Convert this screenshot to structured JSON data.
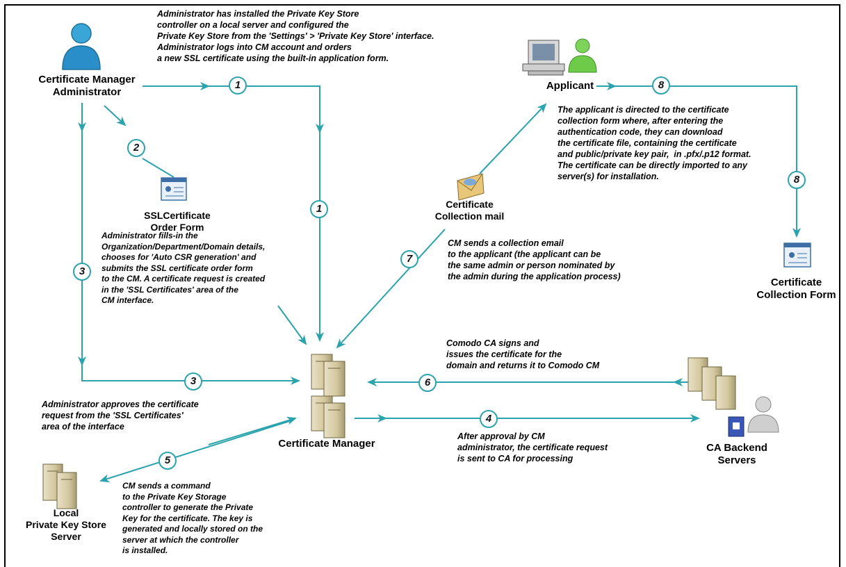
{
  "actors": {
    "admin": "Certificate Manager\nAdministrator",
    "applicant": "Applicant",
    "order_form": "SSLCertificate\nOrder Form",
    "collection_mail": "Certificate\nCollection mail",
    "collection_form": "Certificate\nCollection Form",
    "cert_manager": "Certificate Manager",
    "ca_backend": "CA Backend\nServers",
    "local_store": "Local\nPrivate Key Store\nServer"
  },
  "steps": [
    "1",
    "1",
    "2",
    "3",
    "3",
    "4",
    "5",
    "6",
    "7",
    "8",
    "8"
  ],
  "notes": {
    "top": "Administrator has installed the Private Key Store\ncontroller on a local server and configured the\nPrivate Key Store from the 'Settings' > 'Private Key Store' interface.\nAdministrator logs into CM account and orders\na new SSL certificate using the built-in application form.",
    "applicant": "The applicant is directed to the certificate\ncollection form where, after entering the\nauthentication code, they can download\nthe certificate file, containing the certificate\nand public/private key pair,  in .pfx/.p12 format.\nThe certificate can be directly imported to any\nserver(s) for installation.",
    "order": "Administrator fills-in the\nOrganization/Department/Domain details,\nchooses for 'Auto CSR generation' and\nsubmits the SSL certificate order form\nto the CM. A certificate request is created\nin the 'SSL Certificates' area of the\nCM interface.",
    "mail": "CM sends a collection email\nto the applicant (the applicant can be\nthe same admin or person nominated by\nthe admin during the application process)",
    "ca_sign": "Comodo CA signs and\nissues the certificate for the\ndomain and returns it to Comodo CM",
    "approve": "Administrator approves the certificate\nrequest from the 'SSL Certificates'\narea of the interface",
    "sent_ca": "After approval by CM\nadministrator, the certificate request\nis sent to CA for processing",
    "local_key": "CM sends a command\nto the Private Key Storage\ncontroller to generate the Private\nKey for the certificate. The key is\ngenerated and locally stored on the\nserver at which the controller\nis installed."
  },
  "colors": {
    "arrow": "#2aa3ad",
    "server": "#c8b98a",
    "person": "#2a9fd6",
    "applicant_person": "#6ecb4a"
  }
}
